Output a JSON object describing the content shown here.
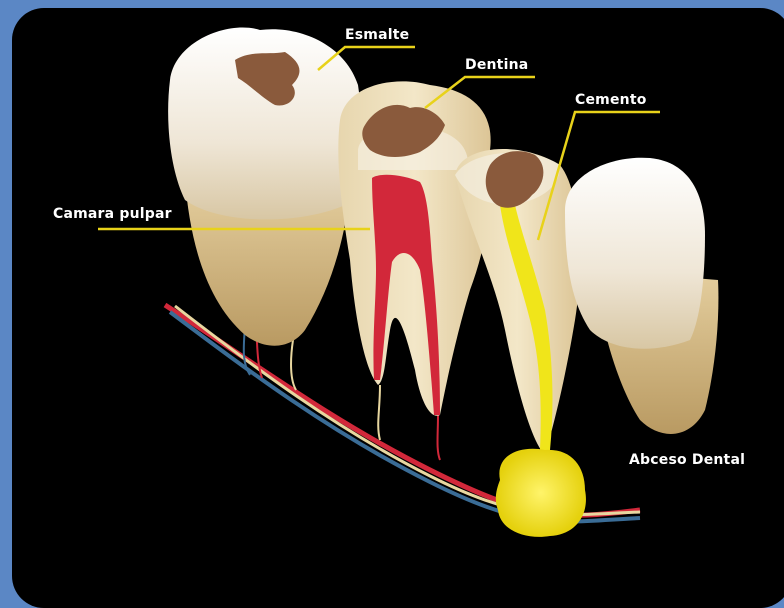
{
  "labels": {
    "esmalte": "Esmalte",
    "dentina": "Dentina",
    "cemento": "Cemento",
    "camara_pulpar": "Camara pulpar",
    "absceso": "Abceso Dental"
  },
  "colors": {
    "frame_border": "#5b87c5",
    "background": "#000000",
    "leader_line": "#e8d21a",
    "tooth_crown": "#efe8dc",
    "tooth_root": "#d8c08e",
    "caries": "#8a5a3c",
    "pulp": "#d2283a",
    "abscess": "#f0e51a",
    "nerve": "#e8d7a0",
    "vein": "#3a6c96"
  }
}
